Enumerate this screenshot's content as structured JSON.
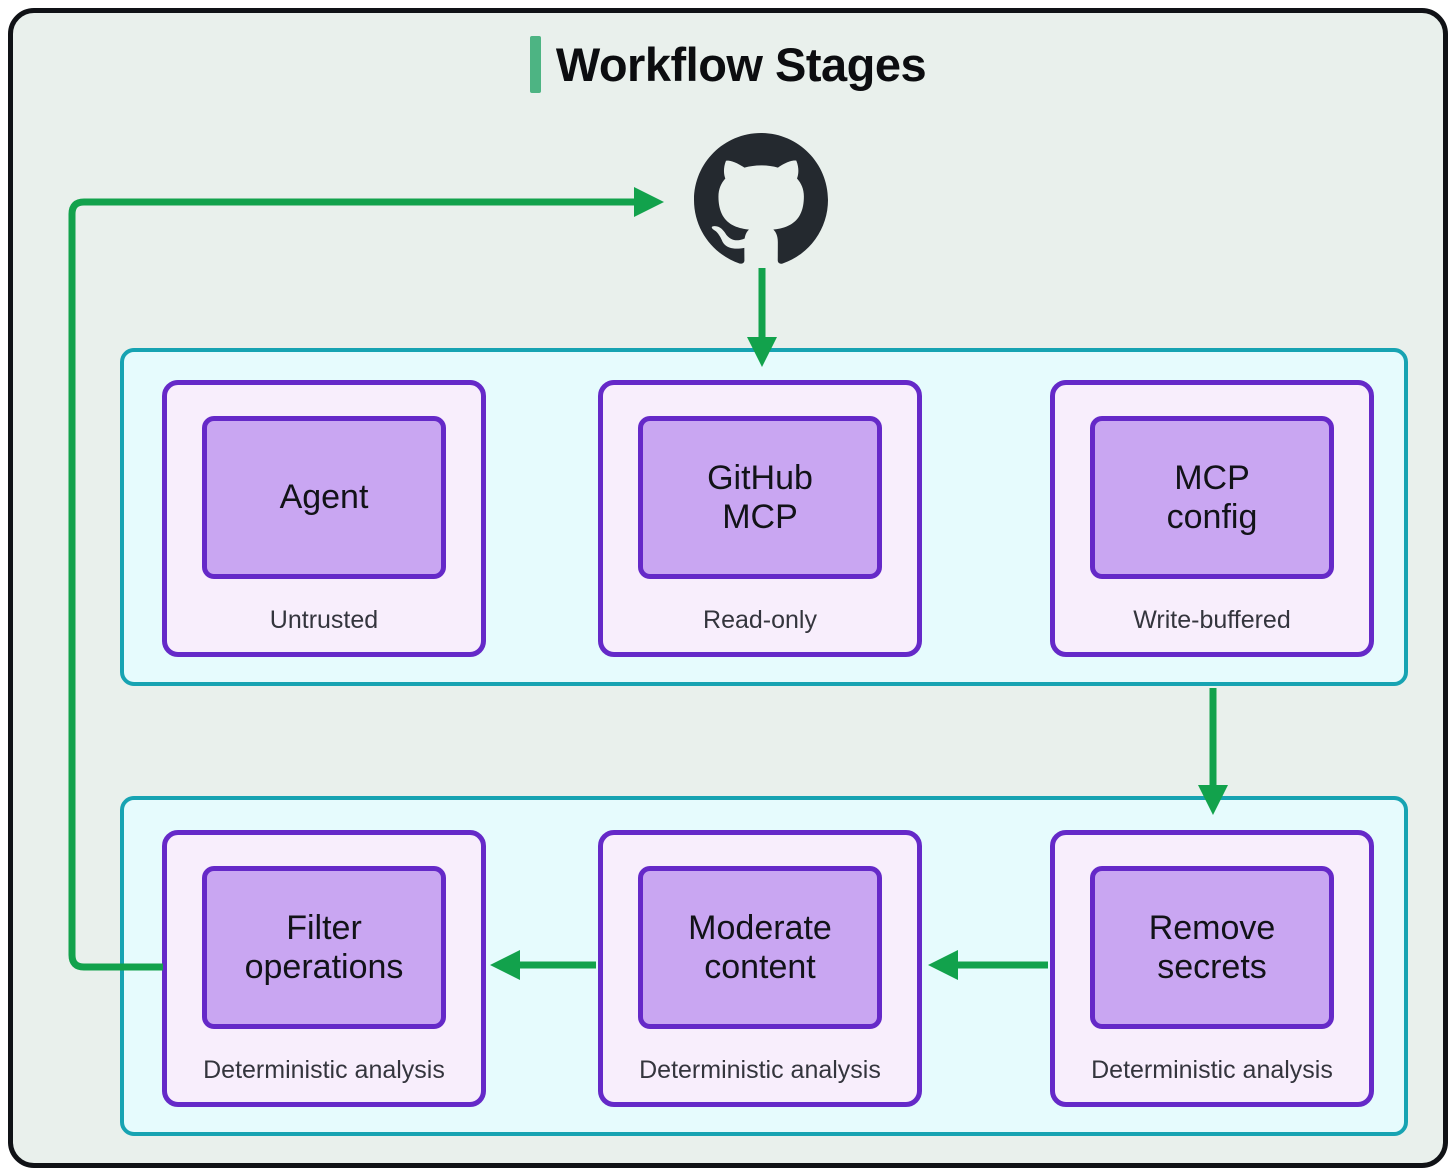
{
  "title": "Workflow Stages",
  "colors": {
    "background": "#e9f0ec",
    "frame_border": "#101216",
    "title_bar_green": "#4db483",
    "arrow_green": "#12a24c",
    "zone_border_teal": "#17a3b2",
    "zone_fill": "#e6fbfd",
    "card_border_purple": "#6529c8",
    "card_fill": "#f8eefc",
    "chip_fill": "#c9a6f2"
  },
  "github_icon": "github-octocat-logo",
  "zones": [
    {
      "name": "top-row",
      "cards": [
        {
          "label": "Agent",
          "sublabel": "Untrusted"
        },
        {
          "label": "GitHub\nMCP",
          "sublabel": "Read-only"
        },
        {
          "label": "MCP\nconfig",
          "sublabel": "Write-buffered"
        }
      ]
    },
    {
      "name": "bottom-row",
      "cards": [
        {
          "label": "Filter\noperations",
          "sublabel": "Deterministic analysis"
        },
        {
          "label": "Moderate\ncontent",
          "sublabel": "Deterministic analysis"
        },
        {
          "label": "Remove\nsecrets",
          "sublabel": "Deterministic analysis"
        }
      ]
    }
  ],
  "arrows": [
    {
      "name": "filter-operations-to-github"
    },
    {
      "name": "github-to-github-mcp"
    },
    {
      "name": "mcp-config-to-remove-secrets"
    },
    {
      "name": "remove-secrets-to-moderate-content"
    },
    {
      "name": "moderate-content-to-filter-operations"
    }
  ]
}
